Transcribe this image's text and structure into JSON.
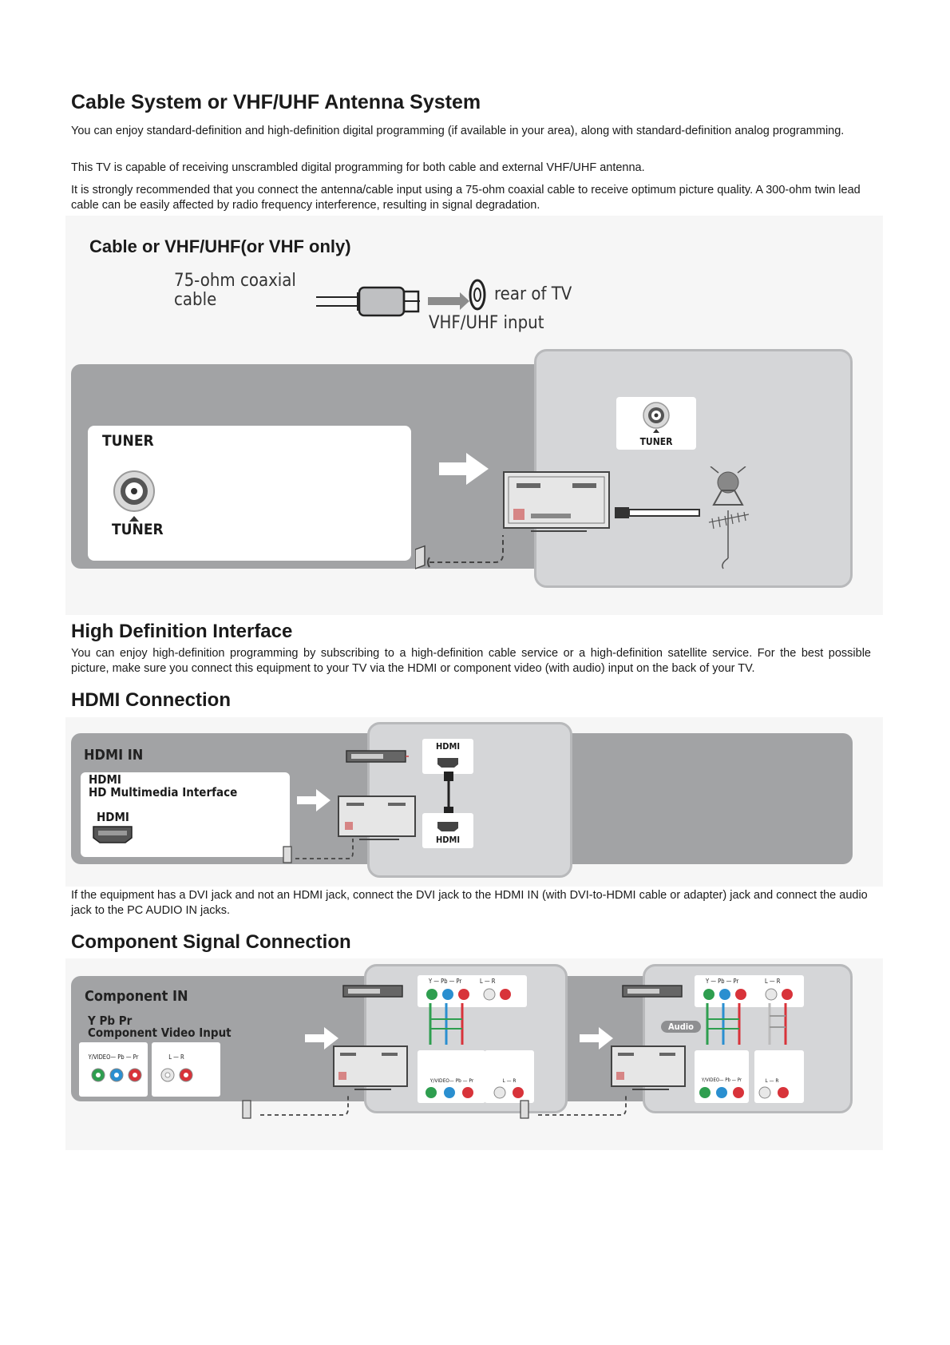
{
  "section1": {
    "title": "Cable System or VHF/UHF Antenna System",
    "p1": "You can enjoy standard-definition and high-definition digital programming (if available in your area), along with standard-definition analog programming.",
    "p2": "This TV is capable of receiving unscrambled digital programming for both cable and external VHF/UHF antenna.",
    "p3": "It is strongly recommended that you connect the antenna/cable input using a 75-ohm coaxial cable to receive optimum picture quality. A 300-ohm twin lead cable can be easily affected by radio frequency interference, resulting in signal degradation."
  },
  "cable_diagram": {
    "subtitle": "Cable or VHF/UHF(or VHF only)",
    "coax_label_1": "75-ohm coaxial",
    "coax_label_2": "cable",
    "rear_label": "rear of TV",
    "input_label": "VHF/UHF input",
    "card_title": "TUNER",
    "jack_label": "TUNER",
    "inset_label": "TUNER"
  },
  "section2": {
    "title": "High Definition Interface",
    "p1": "You can enjoy high-definition programming by subscribing to a high-definition cable service or a high-definition satellite service. For the best possible picture, make sure you connect this equipment to your TV via the HDMI or component video (with audio) input on the back of your TV."
  },
  "hdmi": {
    "title": "HDMI Connection",
    "panel_title": "HDMI IN",
    "line1": "HDMI",
    "line2": "HD Multimedia Interface",
    "port_label": "HDMI",
    "top_label": "HDMI",
    "bottom_label": "HDMI",
    "note": "If the equipment has a DVI jack and not an HDMI jack, connect the DVI jack to the HDMI IN (with DVI-to-HDMI cable or adapter) jack and connect the audio jack to the PC AUDIO IN jacks."
  },
  "component": {
    "title": "Component Signal Connection",
    "panel_title": "Component IN",
    "line1": "Y Pb Pr",
    "line2": "Component Video Input",
    "video_labels": "Y/VIDEO— Pb — Pr",
    "audio_labels": "L — R",
    "top_video": "Y — Pb — Pr",
    "top_audio": "L — R",
    "audio_badge": "Audio",
    "colors": {
      "green": "#2e9e4f",
      "blue": "#2a8fd0",
      "red": "#d8333a",
      "white": "#e8e8e8"
    }
  }
}
